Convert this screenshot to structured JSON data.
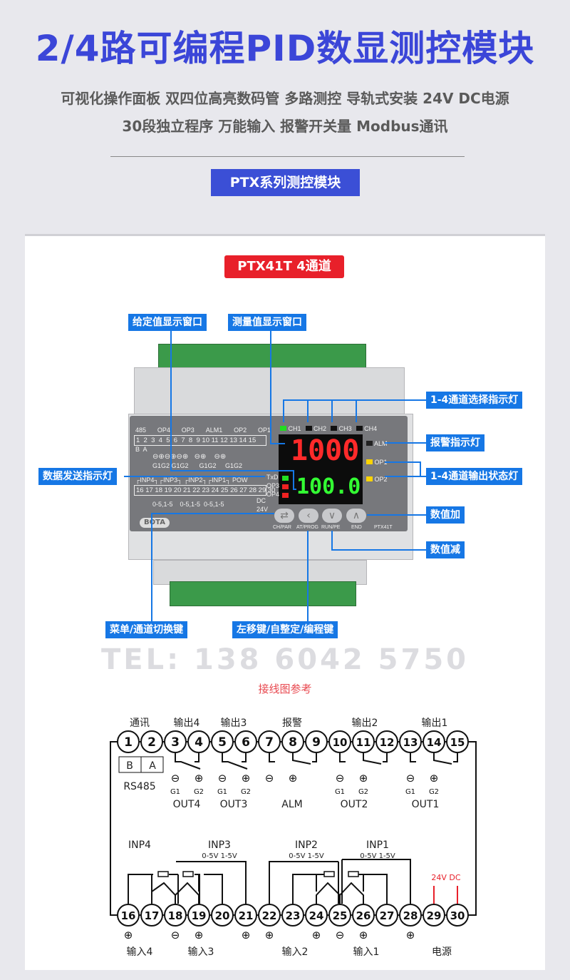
{
  "header": {
    "title": "2/4路可编程PID数显测控模块",
    "line1": "可视化操作面板 双四位高亮数码管 多路测控 导轨式安装 24V DC电源",
    "line2": "30段独立程序 万能输入  报警开关量 Modbus通讯",
    "series_badge": "PTX系列测控模块"
  },
  "model_badge": "PTX41T 4通道",
  "callouts": {
    "sv_window": "给定值显示窗口",
    "pv_window": "测量值显示窗口",
    "channel_select": "1-4通道选择指示灯",
    "alarm_led": "报警指示灯",
    "txd_led": "数据发送指示灯",
    "output_leds": "1-4通道输出状态灯",
    "increase": "数值加",
    "decrease": "数值减",
    "menu_key": "菜单/通道切换键",
    "left_key": "左移键/自整定/编程键"
  },
  "device": {
    "top_groups": [
      "485",
      "OP4",
      "OP3",
      "ALM1",
      "OP2",
      "OP1"
    ],
    "top_numbers": "1  2  3  4  5  6  7  8  9 10 11 12 13 14 15",
    "top_ba": "B  A",
    "top_polarity": "⊖⊕⊖⊕⊖⊕   ⊖⊕    ⊖⊕",
    "top_g": "G1G2 G1G2      G1G2     G1G2",
    "bottom_groups": "┌INP4┐┌INP3┐ ┌INP2┐┌INP1┐ POW",
    "bottom_numbers": "16 17 18 19 20 21 22 23 24 25 26 27 28 29 30",
    "bottom_ranges": "0-5,1-5    0-5,1-5  0-5,1-5",
    "dc": "DC",
    "v24": "24V",
    "channels": [
      "CH1",
      "CH2",
      "CH3",
      "CH4"
    ],
    "alm": "ALM",
    "op1": "OP1",
    "op2": "OP2",
    "txd": "TxD",
    "op3": "OP3",
    "op4": "OP4",
    "sv_display": "1000",
    "pv_display": "100.0",
    "buttons": [
      "CH/PAR",
      "AT/PROG",
      "RUN/PE",
      "END"
    ],
    "model_label": "PTX41T",
    "logo": "BOTA",
    "colors": {
      "sv": "#ff2a2a",
      "pv": "#33ff33",
      "ch_active": "#22dd22",
      "op": "#ffd400"
    }
  },
  "watermark": "TEL: 138 6042 5750",
  "wiring": {
    "title": "接线图参考",
    "top_terminals": [
      1,
      2,
      3,
      4,
      5,
      6,
      7,
      8,
      9,
      10,
      11,
      12,
      13,
      14,
      15
    ],
    "bottom_terminals": [
      16,
      17,
      18,
      19,
      20,
      21,
      22,
      23,
      24,
      25,
      26,
      27,
      28,
      29,
      30
    ],
    "top_groups": [
      "通讯",
      "输出4",
      "输出3",
      "报警",
      "输出2",
      "输出1"
    ],
    "rs485_b": "B",
    "rs485_a": "A",
    "rs485": "RS485",
    "top_polarity": [
      "⊖",
      "⊕",
      "⊖",
      "⊕",
      "⊖",
      "⊕",
      "⊖",
      "⊕",
      "⊖",
      "⊕"
    ],
    "g1": "G1",
    "g2": "G2",
    "outputs": [
      "OUT4",
      "OUT3",
      "ALM",
      "OUT2",
      "OUT1"
    ],
    "inputs": [
      "INP4",
      "INP3",
      "INP2",
      "INP1"
    ],
    "range": "0-5V 1-5V",
    "power": "24V DC",
    "bottom_polarity": [
      "⊕",
      "⊖",
      "⊕",
      "⊕",
      "⊕",
      "⊕",
      "⊖",
      "⊕",
      "⊕"
    ],
    "bottom_labels": [
      "输入4",
      "输入3",
      "输入2",
      "输入1",
      "电源"
    ]
  }
}
